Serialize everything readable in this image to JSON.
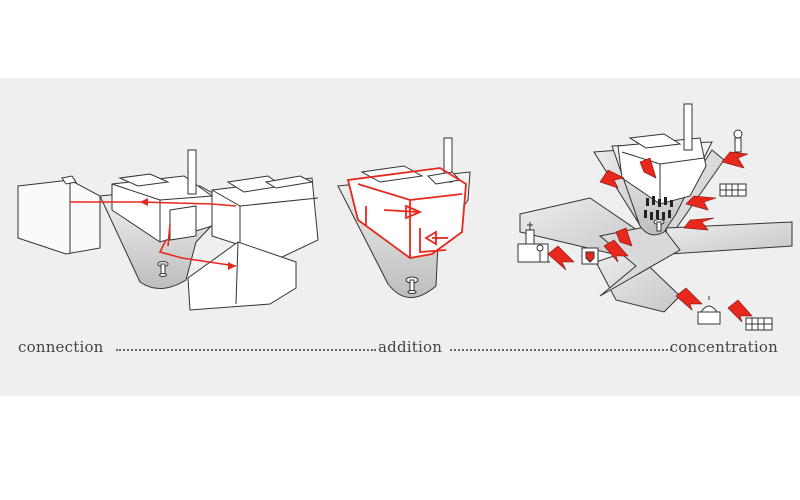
{
  "caption": {
    "connection": "connection",
    "addition": "addition",
    "concentration": "concentration"
  },
  "icons": [
    "church-icon",
    "shield-icon",
    "grid-building-icon",
    "dome-building-icon",
    "tower-icon",
    "fountain-icon"
  ],
  "colors": {
    "band": "#efefef",
    "accent": "#e8271d",
    "stroke": "#333333",
    "plaza": "#cfcfcf"
  }
}
